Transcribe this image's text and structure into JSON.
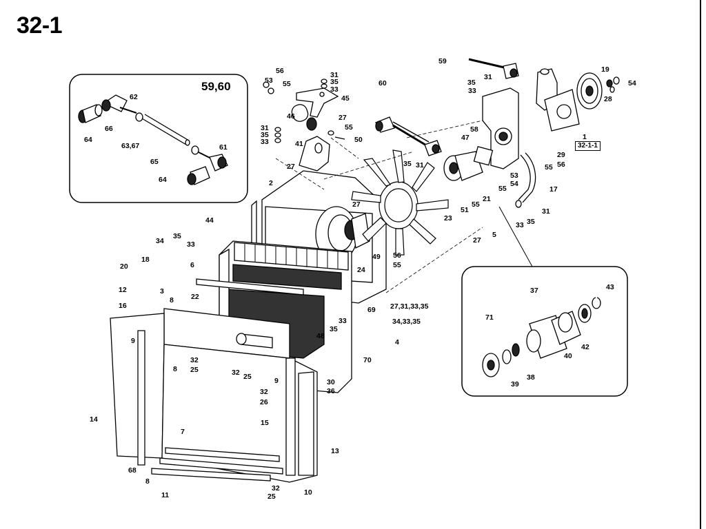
{
  "page_title": "32-1",
  "cross_reference": "32-1-1",
  "inset_top_left_label": "59,60",
  "callouts": [
    {
      "id": "c62",
      "label": "62"
    },
    {
      "id": "c64a",
      "label": "64"
    },
    {
      "id": "c66",
      "label": "66"
    },
    {
      "id": "c6367",
      "label": "63,67"
    },
    {
      "id": "c65",
      "label": "65"
    },
    {
      "id": "c61",
      "label": "61"
    },
    {
      "id": "c64b",
      "label": "64"
    },
    {
      "id": "c56a",
      "label": "56"
    },
    {
      "id": "c53a",
      "label": "53"
    },
    {
      "id": "c55a",
      "label": "55"
    },
    {
      "id": "c31a",
      "label": "31"
    },
    {
      "id": "c35a",
      "label": "35"
    },
    {
      "id": "c33a",
      "label": "33"
    },
    {
      "id": "c45",
      "label": "45"
    },
    {
      "id": "c46",
      "label": "46"
    },
    {
      "id": "c27a",
      "label": "27"
    },
    {
      "id": "c55b",
      "label": "55"
    },
    {
      "id": "c50",
      "label": "50"
    },
    {
      "id": "c31b",
      "label": "31"
    },
    {
      "id": "c35b",
      "label": "35"
    },
    {
      "id": "c33b",
      "label": "33"
    },
    {
      "id": "c41",
      "label": "41"
    },
    {
      "id": "c27b",
      "label": "27"
    },
    {
      "id": "c60",
      "label": "60"
    },
    {
      "id": "c59",
      "label": "59"
    },
    {
      "id": "c35c",
      "label": "35"
    },
    {
      "id": "c31c",
      "label": "31"
    },
    {
      "id": "c33c",
      "label": "33"
    },
    {
      "id": "c19",
      "label": "19"
    },
    {
      "id": "c54a",
      "label": "54"
    },
    {
      "id": "c28",
      "label": "28"
    },
    {
      "id": "c1",
      "label": "1"
    },
    {
      "id": "c58",
      "label": "58"
    },
    {
      "id": "c47",
      "label": "47"
    },
    {
      "id": "c29",
      "label": "29"
    },
    {
      "id": "c56b",
      "label": "56"
    },
    {
      "id": "c55c",
      "label": "55"
    },
    {
      "id": "c35d",
      "label": "35"
    },
    {
      "id": "c31d",
      "label": "31"
    },
    {
      "id": "c53b",
      "label": "53"
    },
    {
      "id": "c54b",
      "label": "54"
    },
    {
      "id": "c55d",
      "label": "55"
    },
    {
      "id": "c17",
      "label": "17"
    },
    {
      "id": "c2",
      "label": "2"
    },
    {
      "id": "c27c",
      "label": "27"
    },
    {
      "id": "c55e",
      "label": "55"
    },
    {
      "id": "c51",
      "label": "51"
    },
    {
      "id": "c21",
      "label": "21"
    },
    {
      "id": "c31e",
      "label": "31"
    },
    {
      "id": "c33d",
      "label": "33"
    },
    {
      "id": "c35e",
      "label": "35"
    },
    {
      "id": "c23",
      "label": "23"
    },
    {
      "id": "c44",
      "label": "44"
    },
    {
      "id": "c5",
      "label": "5"
    },
    {
      "id": "c27d",
      "label": "27"
    },
    {
      "id": "c34a",
      "label": "34"
    },
    {
      "id": "c35f",
      "label": "35"
    },
    {
      "id": "c33e",
      "label": "33"
    },
    {
      "id": "c18",
      "label": "18"
    },
    {
      "id": "c6",
      "label": "6"
    },
    {
      "id": "c20",
      "label": "20"
    },
    {
      "id": "c49",
      "label": "49"
    },
    {
      "id": "c24",
      "label": "24"
    },
    {
      "id": "c56c",
      "label": "56"
    },
    {
      "id": "c55f",
      "label": "55"
    },
    {
      "id": "c3",
      "label": "3"
    },
    {
      "id": "c12",
      "label": "12"
    },
    {
      "id": "c8a",
      "label": "8"
    },
    {
      "id": "c22",
      "label": "22"
    },
    {
      "id": "c16",
      "label": "16"
    },
    {
      "id": "c27multi",
      "label": "27,31,33,35"
    },
    {
      "id": "c69",
      "label": "69"
    },
    {
      "id": "c33f",
      "label": "33"
    },
    {
      "id": "c343335",
      "label": "34,33,35"
    },
    {
      "id": "c35g",
      "label": "35"
    },
    {
      "id": "c48",
      "label": "48"
    },
    {
      "id": "c4",
      "label": "4"
    },
    {
      "id": "c9a",
      "label": "9"
    },
    {
      "id": "c70",
      "label": "70"
    },
    {
      "id": "c8b",
      "label": "8"
    },
    {
      "id": "c32a",
      "label": "32"
    },
    {
      "id": "c25a",
      "label": "25"
    },
    {
      "id": "c32b",
      "label": "32"
    },
    {
      "id": "c25b",
      "label": "25"
    },
    {
      "id": "c9b",
      "label": "9"
    },
    {
      "id": "c30",
      "label": "30"
    },
    {
      "id": "c36",
      "label": "36"
    },
    {
      "id": "c32c",
      "label": "32"
    },
    {
      "id": "c26",
      "label": "26"
    },
    {
      "id": "c14",
      "label": "14"
    },
    {
      "id": "c15",
      "label": "15"
    },
    {
      "id": "c7",
      "label": "7"
    },
    {
      "id": "c13",
      "label": "13"
    },
    {
      "id": "c68",
      "label": "68"
    },
    {
      "id": "c8c",
      "label": "8"
    },
    {
      "id": "c11",
      "label": "11"
    },
    {
      "id": "c32d",
      "label": "32"
    },
    {
      "id": "c25c",
      "label": "25"
    },
    {
      "id": "c10",
      "label": "10"
    },
    {
      "id": "c37",
      "label": "37"
    },
    {
      "id": "c43",
      "label": "43"
    },
    {
      "id": "c71",
      "label": "71"
    },
    {
      "id": "c42",
      "label": "42"
    },
    {
      "id": "c40",
      "label": "40"
    },
    {
      "id": "c38",
      "label": "38"
    },
    {
      "id": "c39",
      "label": "39"
    }
  ]
}
